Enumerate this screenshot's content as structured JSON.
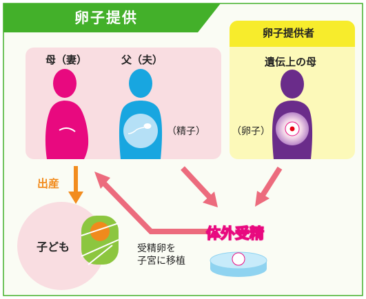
{
  "title": "卵子提供",
  "donor_header": "卵子提供者",
  "mother_label": "母（妻）",
  "father_label": "父（夫）",
  "donor_label": "遺伝上の母",
  "sperm_label": "（精子）",
  "egg_label": "（卵子）",
  "birth_label": "出産",
  "child_label": "子ども",
  "ivf_label": "体外受精",
  "transfer_line1": "受精卵を",
  "transfer_line2": "子宮に移植",
  "colors": {
    "green": "#43b02a",
    "pink_panel": "#f9dde1",
    "yellow_panel": "#fcf9b9",
    "yellow_header": "#f7ec2c",
    "mother": "#e8097f",
    "father": "#18a6e0",
    "donor": "#6a2c8a",
    "arrow_red": "#ec6b7d",
    "arrow_orange": "#f28c1e",
    "child_circle": "#f9dde1",
    "baby_green": "#8cc63f",
    "baby_orange": "#f08a1c"
  }
}
